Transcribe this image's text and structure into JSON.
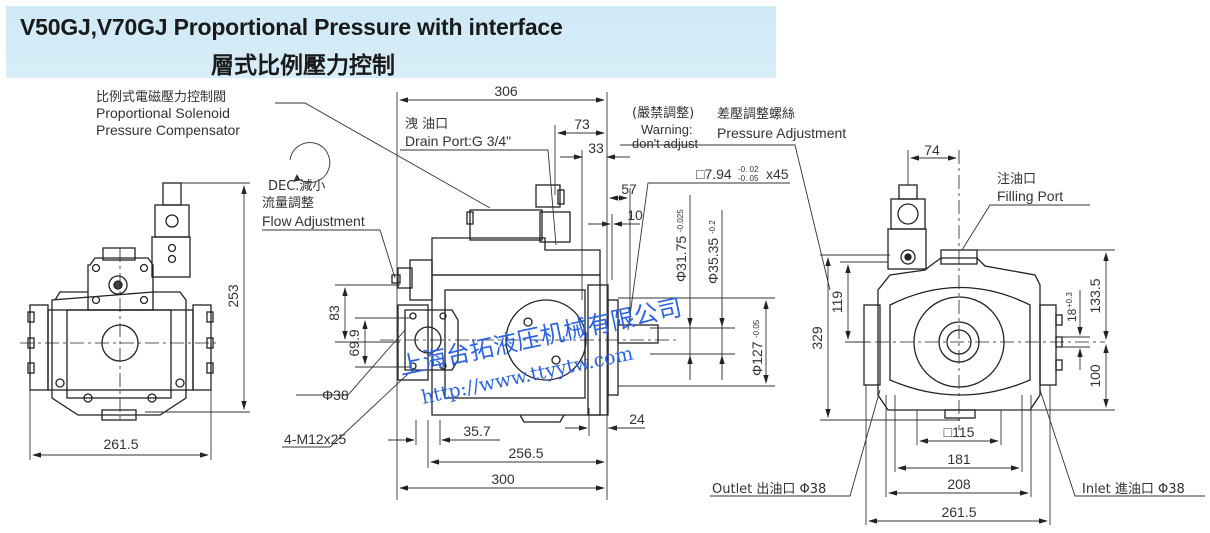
{
  "header": {
    "title_en": "V50GJ,V70GJ Proportional Pressure with interface",
    "title_zh": "層式比例壓力控制",
    "banner_color": "#d3ebf8"
  },
  "callouts": {
    "solenoid_zh": "比例式電磁壓力控制閥",
    "solenoid_en_1": "Proportional Solenoid",
    "solenoid_en_2": "Pressure Compensator",
    "dec_label": "DEC.減小",
    "flow_zh": "流量調整",
    "flow_en": "Flow Adjustment",
    "drain_zh": "洩 油口",
    "drain_en": "Drain Port:G 3/4\"",
    "warning_zh": "(嚴禁調整)",
    "warning_en_1": "Warning:",
    "warning_en_2": "don't adjust",
    "pressure_zh": "差壓調整螺絲",
    "pressure_en": "Pressure Adjustment",
    "filling_zh": "注油口",
    "filling_en": "Filling Port",
    "outlet": "Outlet 出油口 Φ38",
    "inlet": "Inlet 進油口 Φ38",
    "port_dia": "Φ38",
    "bolts": "4-M12x25",
    "key": "□7.94",
    "key_tol_upper": "-0. 02",
    "key_tol_lower": "-0. 05",
    "key_suffix": "x45"
  },
  "dimensions": {
    "left_view": {
      "width": "261.5",
      "height": "253"
    },
    "side_view": {
      "overall_top": "306",
      "d73": "73",
      "d33": "33",
      "d57": "57",
      "d10": "10",
      "d83": "83",
      "d69_9": "69.9",
      "shaft_dia": "Φ31.75",
      "shaft_tol": "-0.025",
      "key_dia": "Φ35.35",
      "key_tol": "-0.2",
      "pilot_dia": "Φ127",
      "pilot_tol": "-0.05",
      "d35_7": "35.7",
      "d256_5": "256.5",
      "d300": "300",
      "d24": "24"
    },
    "front_view": {
      "d74": "74",
      "d329": "329",
      "d119": "119",
      "d133_5": "133.5",
      "d100": "100",
      "d18": "18",
      "d18_tol": "+0.3",
      "sq115": "□115",
      "d181": "181",
      "d208": "208",
      "d261_5": "261.5"
    }
  },
  "watermark": {
    "company": "上海台拓液压机械有限公司",
    "url": "http://www.ttyytw.com",
    "color": "#2c64e0"
  }
}
